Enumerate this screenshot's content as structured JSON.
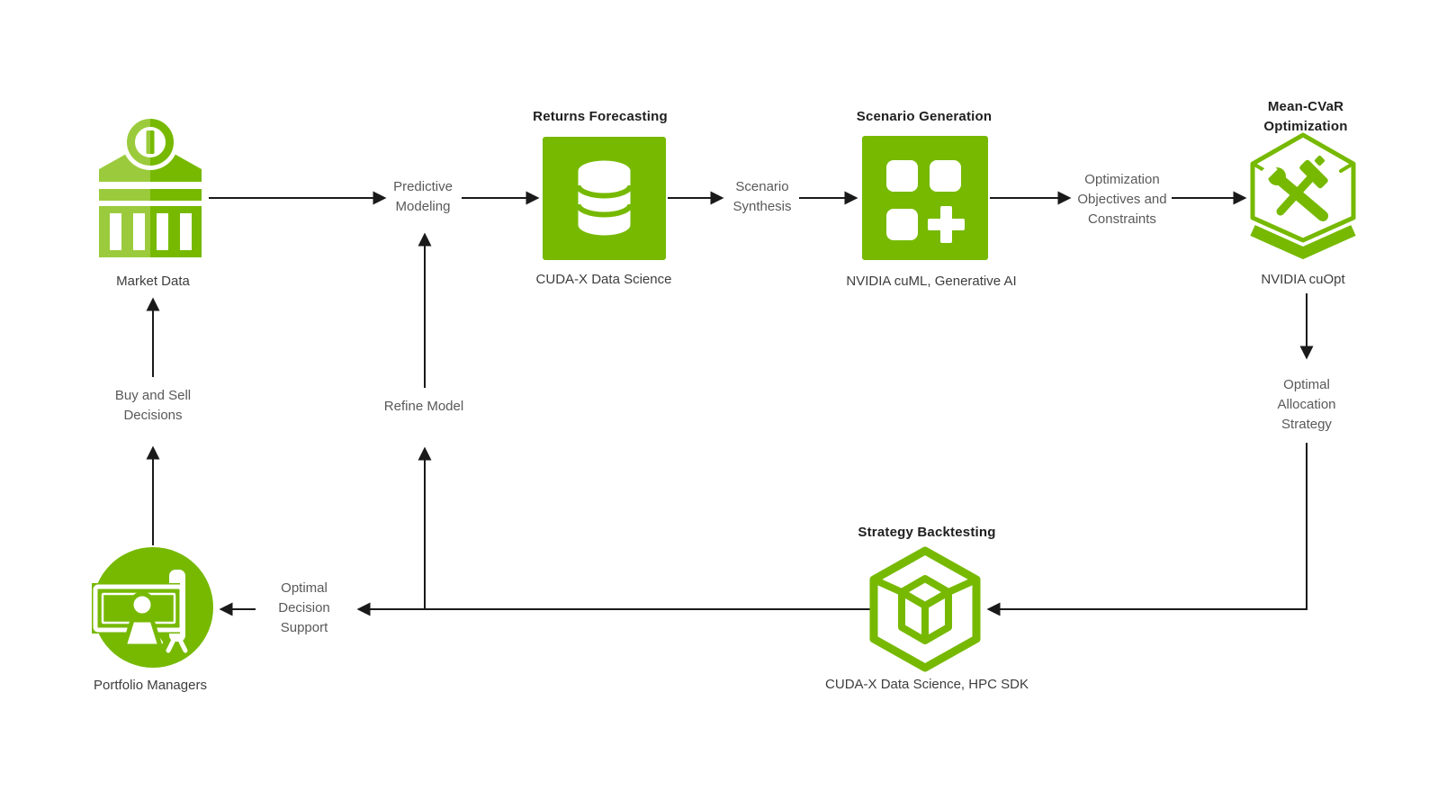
{
  "palette": {
    "green": "#76B900",
    "green_light": "#9BCB3C",
    "wire": "#1a1a1a",
    "title_color": "#202020",
    "label_color": "#3d3d3d",
    "flow_color": "#595959",
    "bg": "#ffffff"
  },
  "nodes": {
    "market_data": {
      "label": "Market Data",
      "icon": "bank-icon"
    },
    "returns_forecasting": {
      "title": "Returns Forecasting",
      "label": "CUDA-X Data Science",
      "icon": "database-icon"
    },
    "scenario_generation": {
      "title": "Scenario Generation",
      "label": "NVIDIA cuML, Generative AI",
      "icon": "grid-plus-icon"
    },
    "mean_cvar_optimization": {
      "title": "Mean-CVaR Optimization",
      "label": "NVIDIA cuOpt",
      "icon": "hexagon-tools-icon"
    },
    "strategy_backtesting": {
      "title": "Strategy Backtesting",
      "label": "CUDA-X Data Science, HPC SDK",
      "icon": "cube-icon"
    },
    "portfolio_managers": {
      "label": "Portfolio Managers",
      "icon": "presenter-icon"
    }
  },
  "edges": {
    "predictive_modeling": "Predictive\nModeling",
    "scenario_synthesis": "Scenario\nSynthesis",
    "optimization_objectives": "Optimization\nObjectives and\nConstraints",
    "optimal_allocation": "Optimal\nAllocation\nStrategy",
    "refine_model": "Refine Model",
    "buy_and_sell": "Buy and Sell\nDecisions",
    "optimal_decision": "Optimal\nDecision\nSupport"
  }
}
